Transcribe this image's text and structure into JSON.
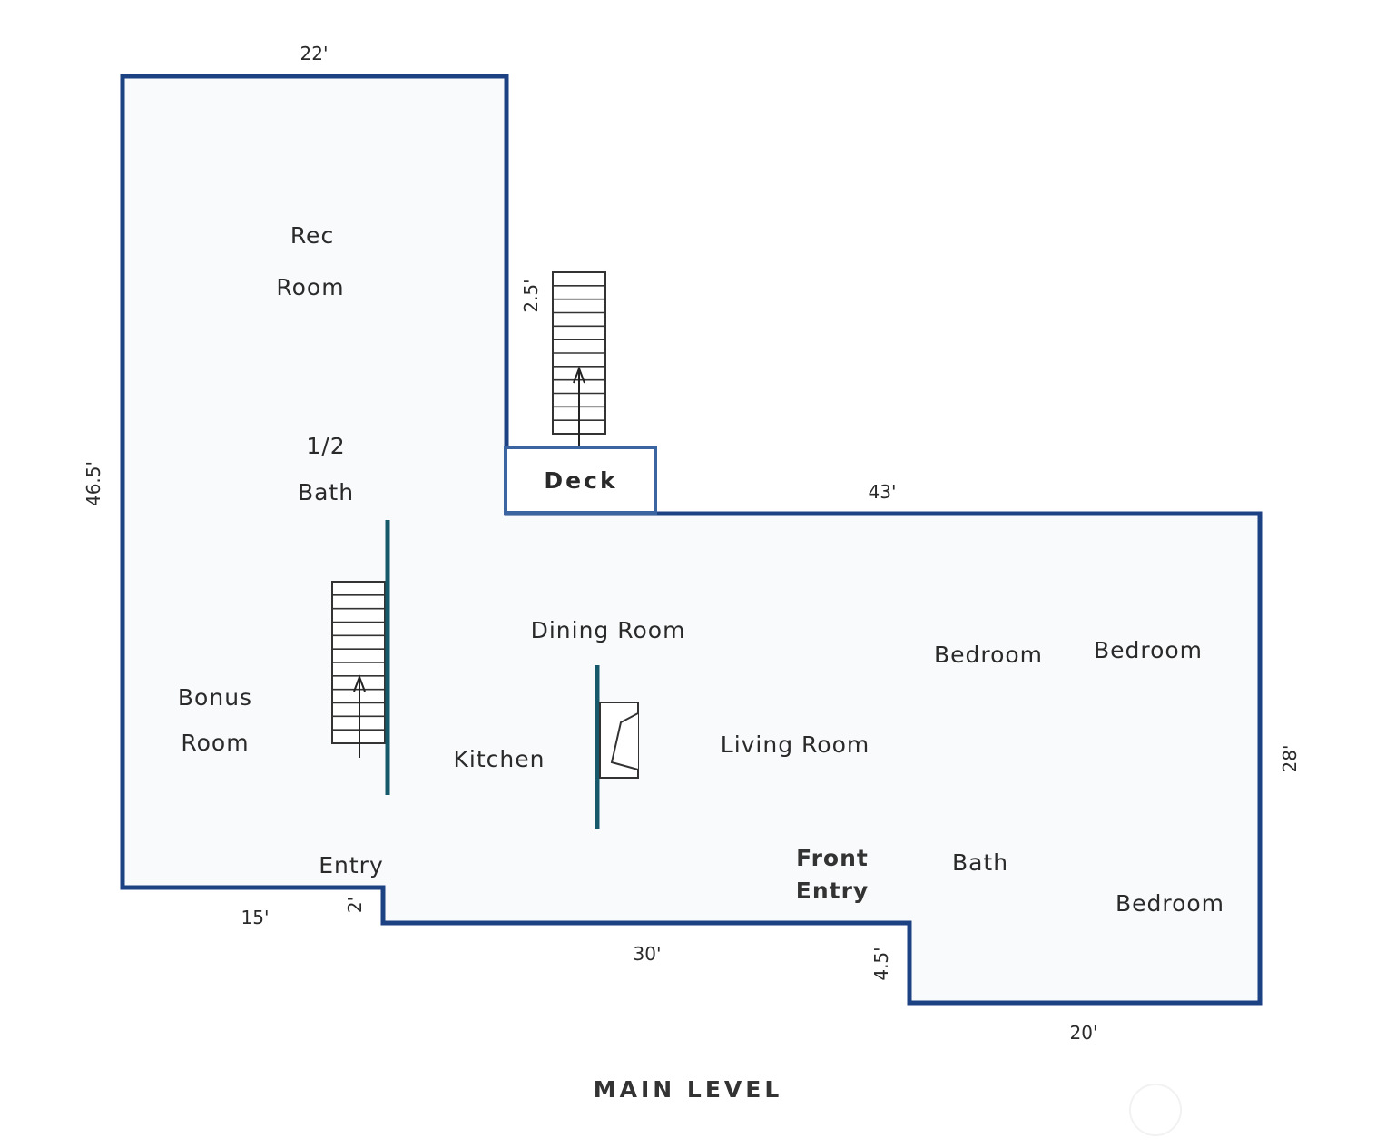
{
  "rooms": {
    "rec_room_line1": "Rec",
    "rec_room_line2": "Room",
    "half_bath_line1": "1/2",
    "half_bath_line2": "Bath",
    "deck": "Deck",
    "dining_room": "Dining Room",
    "bonus_room_line1": "Bonus",
    "bonus_room_line2": "Room",
    "kitchen": "Kitchen",
    "living_room": "Living Room",
    "bedroom_1": "Bedroom",
    "bedroom_2": "Bedroom",
    "bedroom_3": "Bedroom",
    "entry": "Entry",
    "front_entry_line1": "Front",
    "front_entry_line2": "Entry",
    "bath": "Bath"
  },
  "dimensions": {
    "top": "22'",
    "left": "46.5'",
    "stair_deck": "2.5'",
    "main_top": "43'",
    "right": "28'",
    "bottom_left": "15'",
    "step_left": "2'",
    "bottom_middle": "30'",
    "step_right": "4.5'",
    "bottom_right": "20'"
  },
  "caption": "MAIN LEVEL",
  "colors": {
    "wall": "#1d4283",
    "deck_outline": "#3a65a0",
    "interior_divider": "#15596a",
    "floor_fill": "#f9fafc"
  }
}
